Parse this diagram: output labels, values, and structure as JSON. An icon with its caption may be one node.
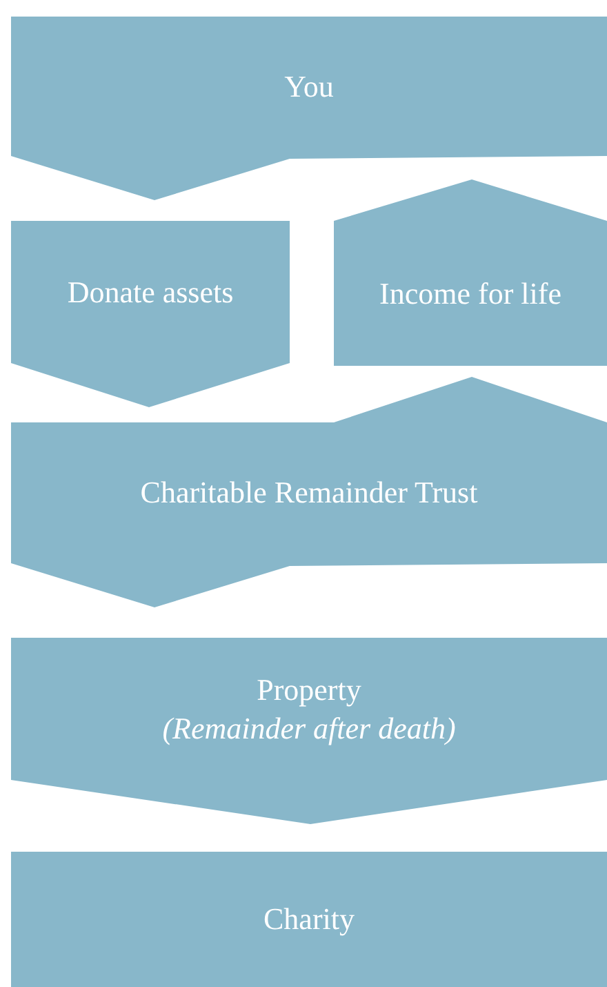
{
  "diagram": {
    "nodes": [
      {
        "text": [
          "You"
        ]
      },
      {
        "text": [
          "Donate assets"
        ]
      },
      {
        "text": [
          "Income for life"
        ]
      },
      {
        "text": [
          "Charitable Remainder Trust"
        ]
      },
      {
        "text": [
          "Property",
          "(Remainder after death)"
        ]
      },
      {
        "text": [
          "Charity"
        ]
      }
    ]
  }
}
